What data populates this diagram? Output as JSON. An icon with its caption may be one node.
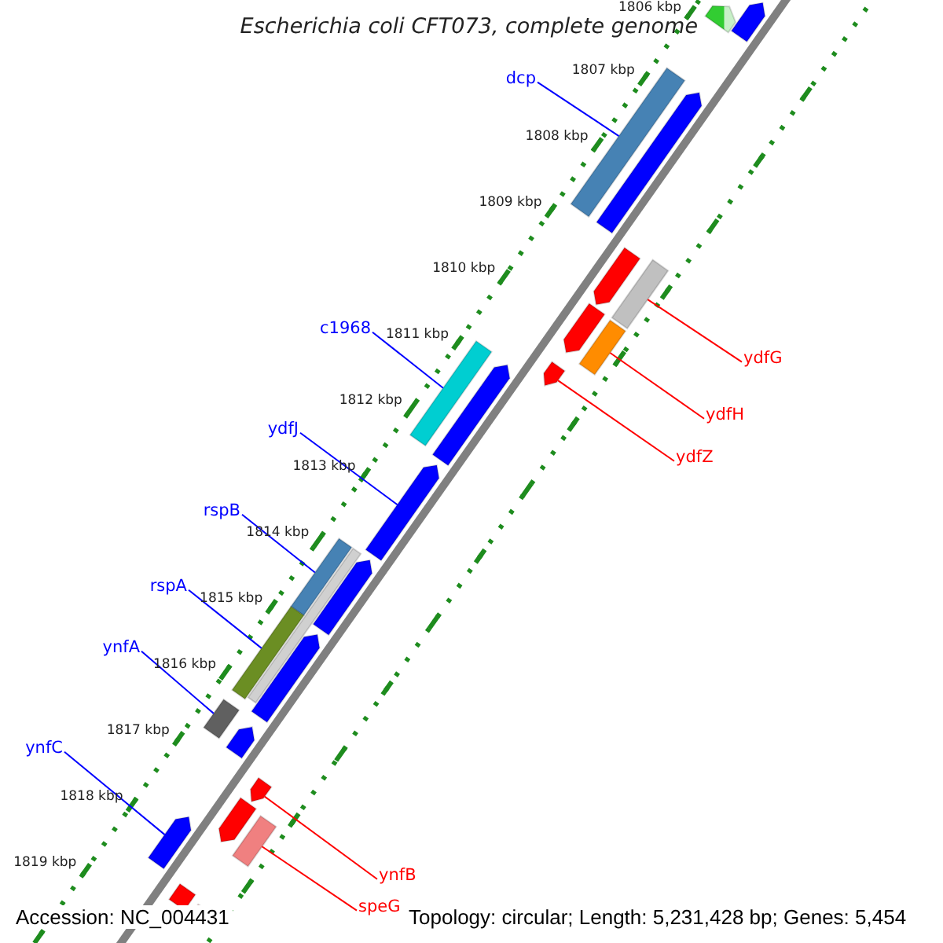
{
  "diagram": {
    "title": "Escherichia coli CFT073, complete genome",
    "nodes": [
      {
        "text": [
          "dcp"
        ]
      },
      {
        "text": [
          "c1968"
        ]
      },
      {
        "text": [
          "ydfJ"
        ]
      },
      {
        "text": [
          "rspB"
        ]
      },
      {
        "text": [
          "rspA"
        ]
      },
      {
        "text": [
          "ynfA"
        ]
      },
      {
        "text": [
          "ynfC"
        ]
      },
      {
        "text": [
          "ydfG"
        ]
      },
      {
        "text": [
          "ydfH"
        ]
      },
      {
        "text": [
          "ydfZ"
        ]
      },
      {
        "text": [
          "ynfB"
        ]
      },
      {
        "text": [
          "speG"
        ]
      },
      {
        "text": [],
        "shape": "bar"
      },
      {
        "text": [],
        "shape": "bar"
      },
      {
        "text": [],
        "shape": "bar"
      },
      {
        "text": [],
        "shape": "bar"
      },
      {
        "text": [],
        "shape": "bar"
      },
      {
        "text": [],
        "shape": "bar"
      },
      {
        "text": [],
        "shape": "bar"
      },
      {
        "text": [],
        "shape": "bar"
      },
      {
        "text": [],
        "shape": "bar"
      },
      {
        "text": [],
        "shape": "bar"
      },
      {
        "text": [],
        "shape": "bar"
      },
      {
        "text": [],
        "shape": "bar"
      },
      {
        "text": [],
        "shape": "bar"
      },
      {
        "text": [],
        "shape": "bar"
      },
      {
        "text": [],
        "shape": "bar"
      },
      {
        "text": [],
        "shape": "bar"
      },
      {
        "text": [],
        "shape": "bar"
      },
      {
        "text": [],
        "shape": "bar"
      },
      {
        "text": [],
        "shape": "bar"
      },
      {
        "text": [],
        "shape": "bar"
      },
      {
        "text": [],
        "shape": "bar"
      },
      {
        "text": [],
        "shape": "bar"
      },
      {
        "text": [],
        "shape": "bar"
      },
      {
        "text": [],
        "shape": "bar"
      },
      {
        "text": [],
        "shape": "bar"
      }
    ],
    "edges": [
      {
        "from": 0,
        "to": 14,
        "arrow": "none"
      },
      {
        "from": 1,
        "to": 21,
        "arrow": "none"
      },
      {
        "from": 2,
        "to": 23,
        "arrow": "none"
      },
      {
        "from": 3,
        "to": 24,
        "arrow": "none"
      },
      {
        "from": 4,
        "to": 26,
        "arrow": "none"
      },
      {
        "from": 5,
        "to": 29,
        "arrow": "none"
      },
      {
        "from": 6,
        "to": 34,
        "arrow": "none"
      },
      {
        "from": 7,
        "to": 17,
        "arrow": "none",
        "color": "#ff0000"
      },
      {
        "from": 8,
        "to": 19,
        "arrow": "none",
        "color": "#ff0000"
      },
      {
        "from": 9,
        "to": 20,
        "arrow": "none",
        "color": "#ff0000"
      },
      {
        "from": 10,
        "to": 31,
        "arrow": "none",
        "color": "#ff0000"
      },
      {
        "from": 11,
        "to": 33,
        "arrow": "none",
        "color": "#ff0000"
      }
    ],
    "labels": [
      "1806 kbp",
      "1807 kbp",
      "1808 kbp",
      "1809 kbp",
      "1810 kbp",
      "1811 kbp",
      "1812 kbp",
      "1813 kbp",
      "1814 kbp",
      "1815 kbp",
      "1816 kbp",
      "1817 kbp",
      "1818 kbp",
      "1819 kbp",
      "Accession: NC_004431",
      "Topology: circular; Length: 5,231,428 bp; Genes: 5,454"
    ]
  }
}
